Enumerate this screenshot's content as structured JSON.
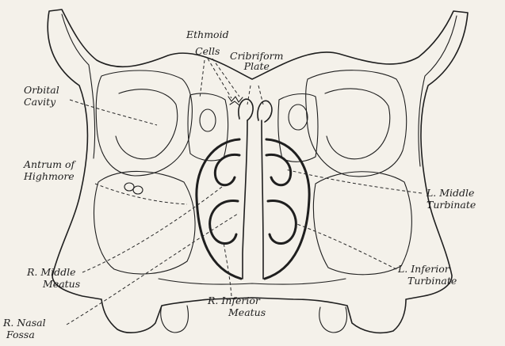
{
  "labels": {
    "ethmoid_cells": [
      "Ethmoid",
      "Cells"
    ],
    "cribriform_plate": [
      "Cribriform",
      "Plate"
    ],
    "orbital_cavity": [
      "Orbital",
      "Cavity"
    ],
    "antrum_of_highmore": [
      "Antrum of",
      "Highmore"
    ],
    "l_middle_turbinate": [
      "L. Middle",
      "Turbinate"
    ],
    "l_inferior_turbinate": [
      "L. Inferior",
      "Turbinate"
    ],
    "r_middle_meatus": [
      "R. Middle",
      "Meatus"
    ],
    "r_inferior_meatus": [
      "R. Inferior",
      "Meatus"
    ],
    "r_nasal_fossa": [
      "R. Nasal",
      "Fossa"
    ]
  }
}
